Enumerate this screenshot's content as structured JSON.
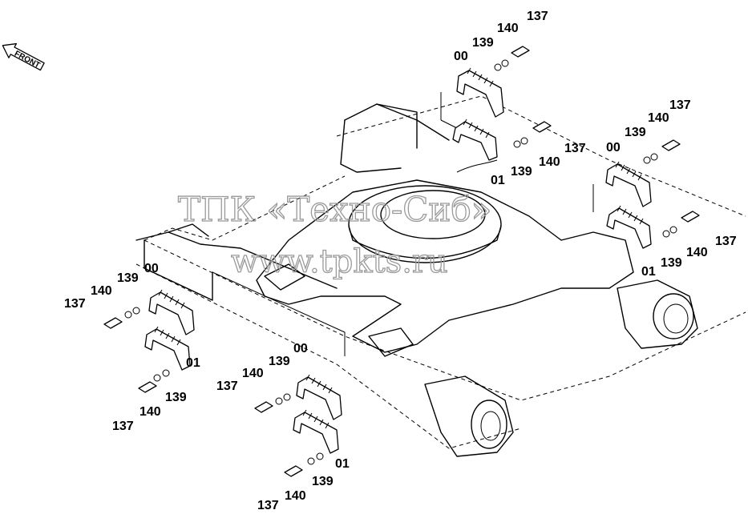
{
  "watermark": {
    "line1": "ТПК «Техно-Сиб»",
    "line2": "www.tpkts.ru"
  },
  "direction_marker": "FRONT",
  "callouts": {
    "upper_right_a": [
      "137",
      "140",
      "139",
      "00",
      "01",
      "139",
      "140",
      "137"
    ],
    "upper_right_b": [
      "137",
      "140",
      "139",
      "00",
      "01",
      "139",
      "140",
      "137"
    ],
    "left": [
      "137",
      "140",
      "139",
      "00",
      "01",
      "139",
      "140",
      "137"
    ],
    "lower_center": [
      "137",
      "140",
      "139",
      "00",
      "01",
      "139",
      "140",
      "137"
    ]
  }
}
